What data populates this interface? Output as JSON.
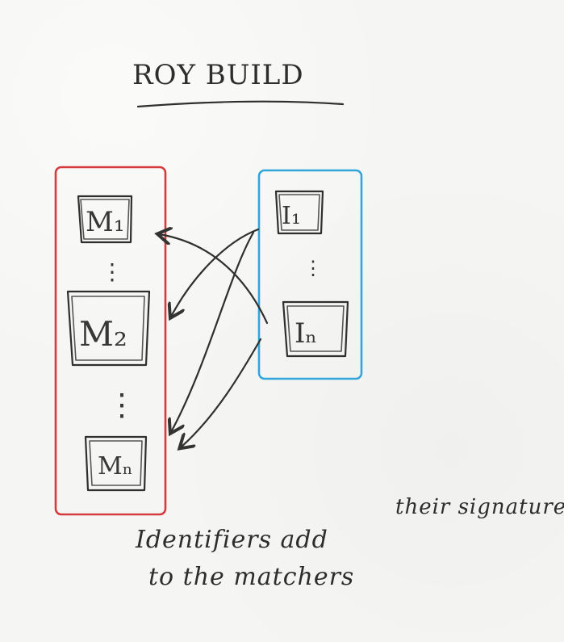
{
  "title": "ROY BUILD",
  "matchers": {
    "m1": "M₁",
    "m2": "M₂",
    "mn": "Mₙ",
    "ellipsis_1": "⋮",
    "ellipsis_2": "⋮"
  },
  "identifiers": {
    "i1": "I₁",
    "in": "Iₙ",
    "ellipsis": "⋮"
  },
  "note": {
    "line1_left": "Identifiers add",
    "line1_right": "their signature",
    "line2": "to the matchers"
  },
  "colors": {
    "matcher_group": "#d53a3e",
    "identifier_group": "#31a6db",
    "pencil": "#2f2f2f"
  }
}
